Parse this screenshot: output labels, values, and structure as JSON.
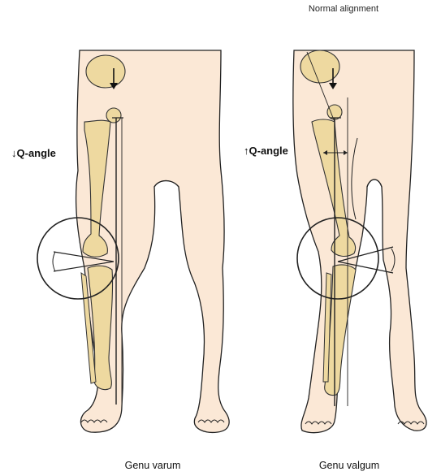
{
  "top_label": "Normal alignment",
  "left_figure": {
    "angle_label": "↓Q-angle",
    "caption": "Genu varum"
  },
  "right_figure": {
    "angle_label": "↑Q-angle",
    "caption": "Genu valgum"
  },
  "colors": {
    "skin": "#fbe8d6",
    "bone": "#eed9a0",
    "outline": "#222222"
  }
}
